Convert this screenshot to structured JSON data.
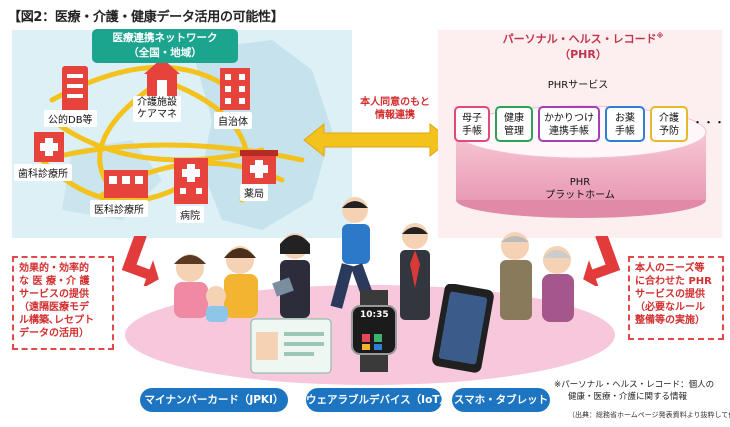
{
  "title": "【図2：医療・介護・健康データ活用の可能性】",
  "network": {
    "header_line1": "医療連携ネットワーク",
    "header_line2": "（全国・地域）",
    "nodes": {
      "public_db": "公的DB等",
      "care_facility_line1": "介護施設",
      "care_facility_line2": "ケアマネ",
      "municipality": "自治体",
      "dental": "歯科診療所",
      "clinic": "医科診療所",
      "hospital": "病院",
      "pharmacy": "薬局"
    }
  },
  "consent": {
    "line1": "本人同意のもと",
    "line2": "情報連携"
  },
  "phr": {
    "header_line1": "パーソナル・ヘルス・レコード",
    "header_mark": "※",
    "header_line2": "（PHR）",
    "services_title": "PHRサービス",
    "services": [
      {
        "line1": "母子",
        "line2": "手帳",
        "color": "#e0497a"
      },
      {
        "line1": "健康",
        "line2": "管理",
        "color": "#2aa257"
      },
      {
        "line1": "かかりつけ",
        "line2": "連携手帳",
        "color": "#a43fb5"
      },
      {
        "line1": "お薬",
        "line2": "手帳",
        "color": "#2f7fd0"
      },
      {
        "line1": "介護",
        "line2": "予防",
        "color": "#e7b92d"
      }
    ],
    "more": "・・・",
    "platform_line1": "PHR",
    "platform_line2": "プラットホーム"
  },
  "left_box": [
    "効果的・効率的",
    "な 医 療・介 護",
    "サービスの提供",
    "（遠隔医療モデ",
    "ル構築､レセプト",
    "データの活用）"
  ],
  "right_box": [
    "本人のニーズ等",
    "に合わせた PHR",
    "サービスの提供",
    "（必要なルール",
    "整備等の実施）"
  ],
  "devices": {
    "watch_time": "10:35"
  },
  "pills": {
    "mynumber": "マイナンバーカード（JPKI）",
    "wearable": "ウェアラブルデバイス（IoT）",
    "smartphone": "スマホ・タブレット"
  },
  "footnote": {
    "line1": "※パーソナル・ヘルス・レコード：個人の",
    "line2": "健康・医療・介護に関する情報",
    "source": "（出典：総務省ホームページ発表資料より抜粋して作成）"
  },
  "colors": {
    "teal": "#1ba48e",
    "red": "#e23b3b",
    "blue": "#1d74c0",
    "pink_panel": "#fdeef0",
    "blue_panel": "#dcf0f6",
    "yellow": "#f3c21c"
  }
}
